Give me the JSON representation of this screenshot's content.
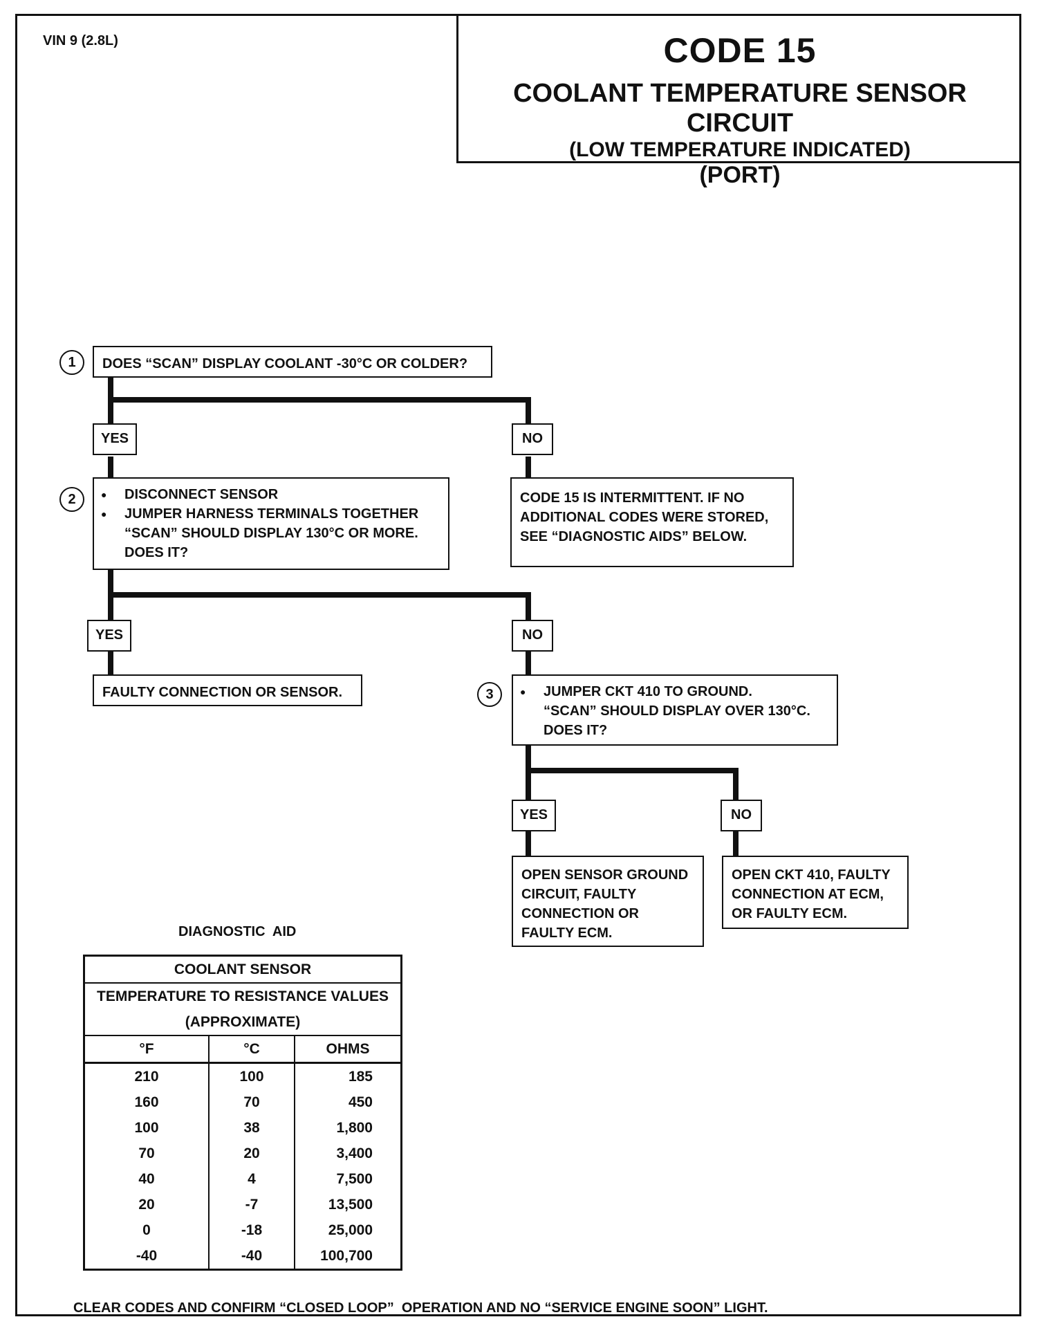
{
  "header": {
    "vin": "VIN 9 (2.8L)",
    "code": "CODE 15",
    "title": "COOLANT TEMPERATURE SENSOR CIRCUIT",
    "subtitle": "(LOW TEMPERATURE INDICATED)",
    "subtitle2": "(PORT)"
  },
  "flow": {
    "step1": {
      "num": "1",
      "text": "DOES “SCAN” DISPLAY COOLANT -30°C OR COLDER?"
    },
    "step1_yes": "YES",
    "step1_no": "NO",
    "step1_no_result": [
      "CODE 15 IS INTERMITTENT. IF NO",
      "ADDITIONAL CODES WERE STORED,",
      "SEE “DIAGNOSTIC AIDS” BELOW."
    ],
    "step2": {
      "num": "2",
      "bullets": [
        "DISCONNECT SENSOR",
        "JUMPER HARNESS TERMINALS TOGETHER"
      ],
      "cont": [
        "“SCAN” SHOULD DISPLAY 130°C OR MORE.",
        "DOES IT?"
      ]
    },
    "step2_yes": "YES",
    "step2_no": "NO",
    "step2_yes_result": "FAULTY CONNECTION OR SENSOR.",
    "step3": {
      "num": "3",
      "bullets": [
        "JUMPER CKT 410 TO GROUND."
      ],
      "cont": [
        "“SCAN” SHOULD DISPLAY OVER 130°C.",
        "DOES IT?"
      ]
    },
    "step3_yes": "YES",
    "step3_no": "NO",
    "step3_yes_result": [
      "OPEN SENSOR GROUND",
      "CIRCUIT, FAULTY",
      "CONNECTION OR",
      "FAULTY ECM."
    ],
    "step3_no_result": [
      "OPEN CKT 410, FAULTY",
      "CONNECTION AT ECM,",
      "OR FAULTY ECM."
    ]
  },
  "diagnostic_aid": {
    "title": "DIAGNOSTIC  AID",
    "table_title": "COOLANT SENSOR",
    "table_subtitle": "TEMPERATURE TO RESISTANCE VALUES",
    "table_subtitle2": "(APPROXIMATE)",
    "columns": [
      "°F",
      "°C",
      "OHMS"
    ],
    "rows": [
      [
        "210",
        "100",
        "185"
      ],
      [
        "160",
        "70",
        "450"
      ],
      [
        "100",
        "38",
        "1,800"
      ],
      [
        "70",
        "20",
        "3,400"
      ],
      [
        "40",
        "4",
        "7,500"
      ],
      [
        "20",
        "-7",
        "13,500"
      ],
      [
        "0",
        "-18",
        "25,000"
      ],
      [
        "-40",
        "-40",
        "100,700"
      ]
    ]
  },
  "footer": "CLEAR CODES AND CONFIRM “CLOSED LOOP”  OPERATION AND NO “SERVICE ENGINE SOON” LIGHT."
}
